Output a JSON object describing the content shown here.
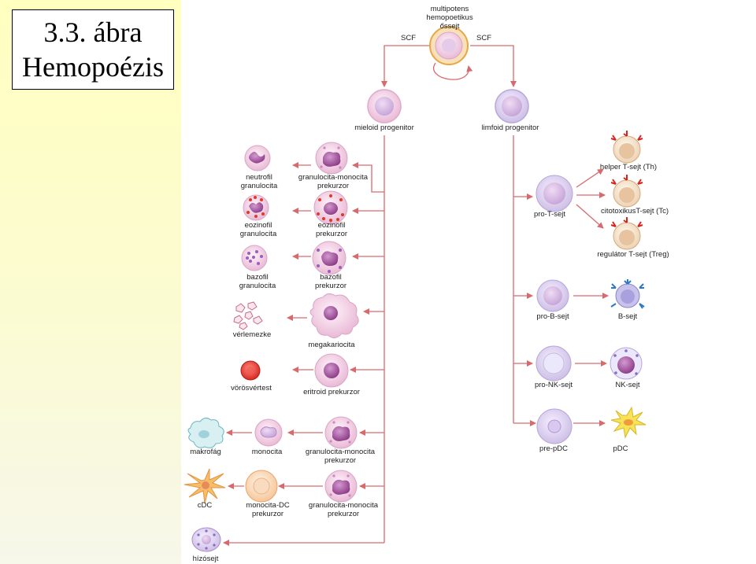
{
  "title": {
    "line1": "3.3. ábra",
    "line2": "Hemopoézis"
  },
  "colors": {
    "arrow": "#d86a6e",
    "cell_pink": "#f3cfe4",
    "nucleus": "#a8559c",
    "sidebar": "#ffffc0"
  },
  "stem": {
    "label1": "multipotens",
    "label2": "hemopoetikus",
    "label3": "őssejt",
    "scf_left": "SCF",
    "scf_right": "SCF"
  },
  "progenitors": {
    "myeloid": "mieloid progenitor",
    "lymphoid": "limfoid progenitor"
  },
  "myeloid": {
    "neutrophil": [
      "neutrofil",
      "granulocita"
    ],
    "gm_precursor_1": [
      "granulocita-monocita",
      "prekurzor"
    ],
    "eosinophil": [
      "eozinofil",
      "granulocita"
    ],
    "eosinophil_precursor": [
      "eozinofil",
      "prekurzor"
    ],
    "basophil": [
      "bazofil",
      "granulocita"
    ],
    "basophil_precursor": [
      "bazofil",
      "prekurzor"
    ],
    "platelets": "vérlemezke",
    "megakaryocyte": "megakariocita",
    "erythrocyte": "vörösvértest",
    "erythroid_precursor": "eritroid prekurzor",
    "macrophage": "makrofág",
    "monocyte": "monocita",
    "gm_precursor_2": [
      "granulocita-monocita",
      "prekurzor"
    ],
    "cdc": "cDC",
    "monocyte_dc_precursor": [
      "monocita-DC",
      "prekurzor"
    ],
    "gm_precursor_3": [
      "granulocita-monocita",
      "prekurzor"
    ],
    "mast_cell": "hízósejt"
  },
  "lymphoid": {
    "pro_t": "pro-T-sejt",
    "th": "helper T-sejt (Th)",
    "tc": "citotoxikusT-sejt (Tc)",
    "treg": "regulátor T-sejt (Treg)",
    "pro_b": "pro-B-sejt",
    "b_cell": "B-sejt",
    "pro_nk": "pro-NK-sejt",
    "nk_cell": "NK-sejt",
    "pre_pdc": "pre-pDC",
    "pdc": "pDC"
  }
}
